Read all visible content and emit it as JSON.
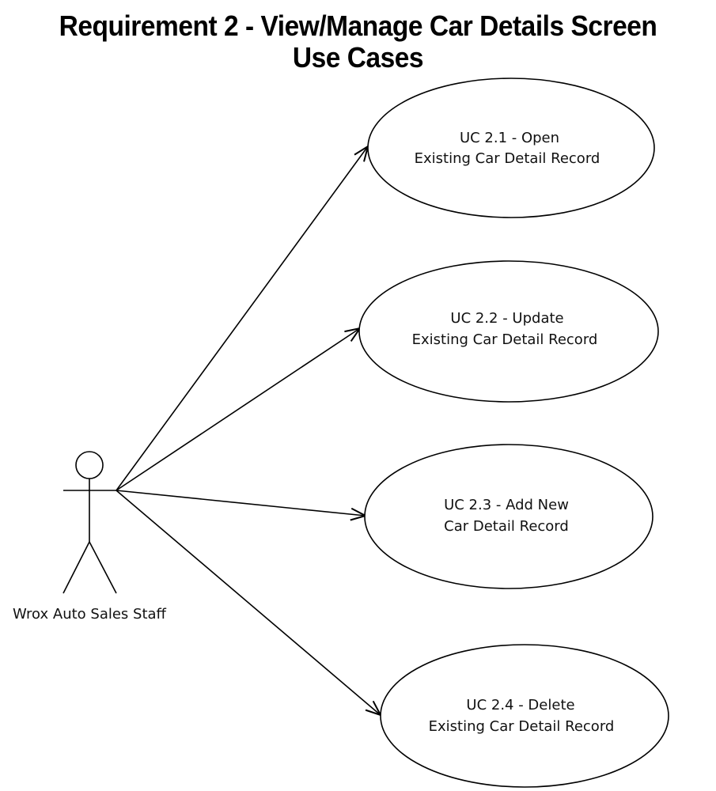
{
  "title": {
    "line1": "Requirement 2 - View/Manage Car Details Screen",
    "line2": "Use Cases"
  },
  "actor": {
    "name": "Wrox Auto Sales Staff",
    "icon": "stick-figure-actor-icon"
  },
  "use_cases": [
    {
      "id": "UC 2.1",
      "line1": "UC  2.1 - Open",
      "line2": "Existing Car Detail Record"
    },
    {
      "id": "UC 2.2",
      "line1": "UC  2.2 - Update",
      "line2": "Existing Car Detail Record"
    },
    {
      "id": "UC 2.3",
      "line1": "UC  2.3 - Add New",
      "line2": "Car Detail Record"
    },
    {
      "id": "UC 2.4",
      "line1": "UC  2.4 - Delete",
      "line2": "Existing Car Detail Record"
    }
  ],
  "associations": [
    {
      "from": "Wrox Auto Sales Staff",
      "to": "UC 2.1",
      "arrow": "open"
    },
    {
      "from": "Wrox Auto Sales Staff",
      "to": "UC 2.2",
      "arrow": "open"
    },
    {
      "from": "Wrox Auto Sales Staff",
      "to": "UC 2.3",
      "arrow": "open"
    },
    {
      "from": "Wrox Auto Sales Staff",
      "to": "UC 2.4",
      "arrow": "open"
    }
  ],
  "colors": {
    "line": "#000000",
    "background": "#ffffff",
    "text": "#111111"
  }
}
